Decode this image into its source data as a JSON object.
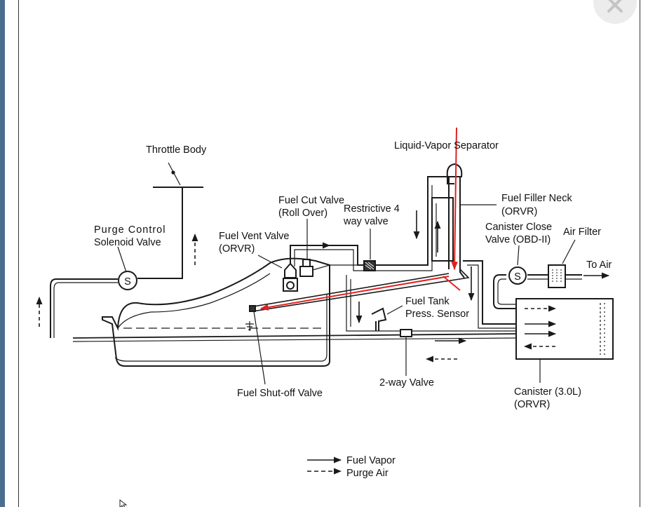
{
  "labels": {
    "throttle_body": "Throttle Body",
    "liquid_vapor_separator": "Liquid-Vapor Separator",
    "fuel_filler_neck_1": "Fuel Filler Neck",
    "fuel_filler_neck_2": "(ORVR)",
    "fuel_cut_valve_1": "Fuel Cut Valve",
    "fuel_cut_valve_2": "(Roll Over)",
    "restrictive_valve_1": "Restrictive 4",
    "restrictive_valve_2": "way valve",
    "purge_control_1": "Purge Control",
    "purge_control_2": "Solenoid Valve",
    "fuel_vent_valve_1": "Fuel Vent Valve",
    "fuel_vent_valve_2": "(ORVR)",
    "canister_close_valve_1": "Canister Close",
    "canister_close_valve_2": "Valve (OBD-II)",
    "air_filter": "Air Filter",
    "to_air": "To Air",
    "fuel_tank_sensor_1": "Fuel Tank",
    "fuel_tank_sensor_2": "Press. Sensor",
    "two_way_valve": "2-way Valve",
    "fuel_shutoff_valve": "Fuel Shut-off Valve",
    "canister_1": "Canister (3.0L)",
    "canister_2": "(ORVR)",
    "solenoid_symbol": "S",
    "close_valve_symbol": "S"
  },
  "legend": {
    "fuel_vapor": "Fuel Vapor",
    "purge_air": "Purge Air"
  },
  "icons": {
    "close": "close-icon",
    "cursor": "mouse-cursor-icon"
  },
  "colors": {
    "highlight": "#e02020",
    "line": "#1a1a1a",
    "close_bg": "#ececec"
  }
}
